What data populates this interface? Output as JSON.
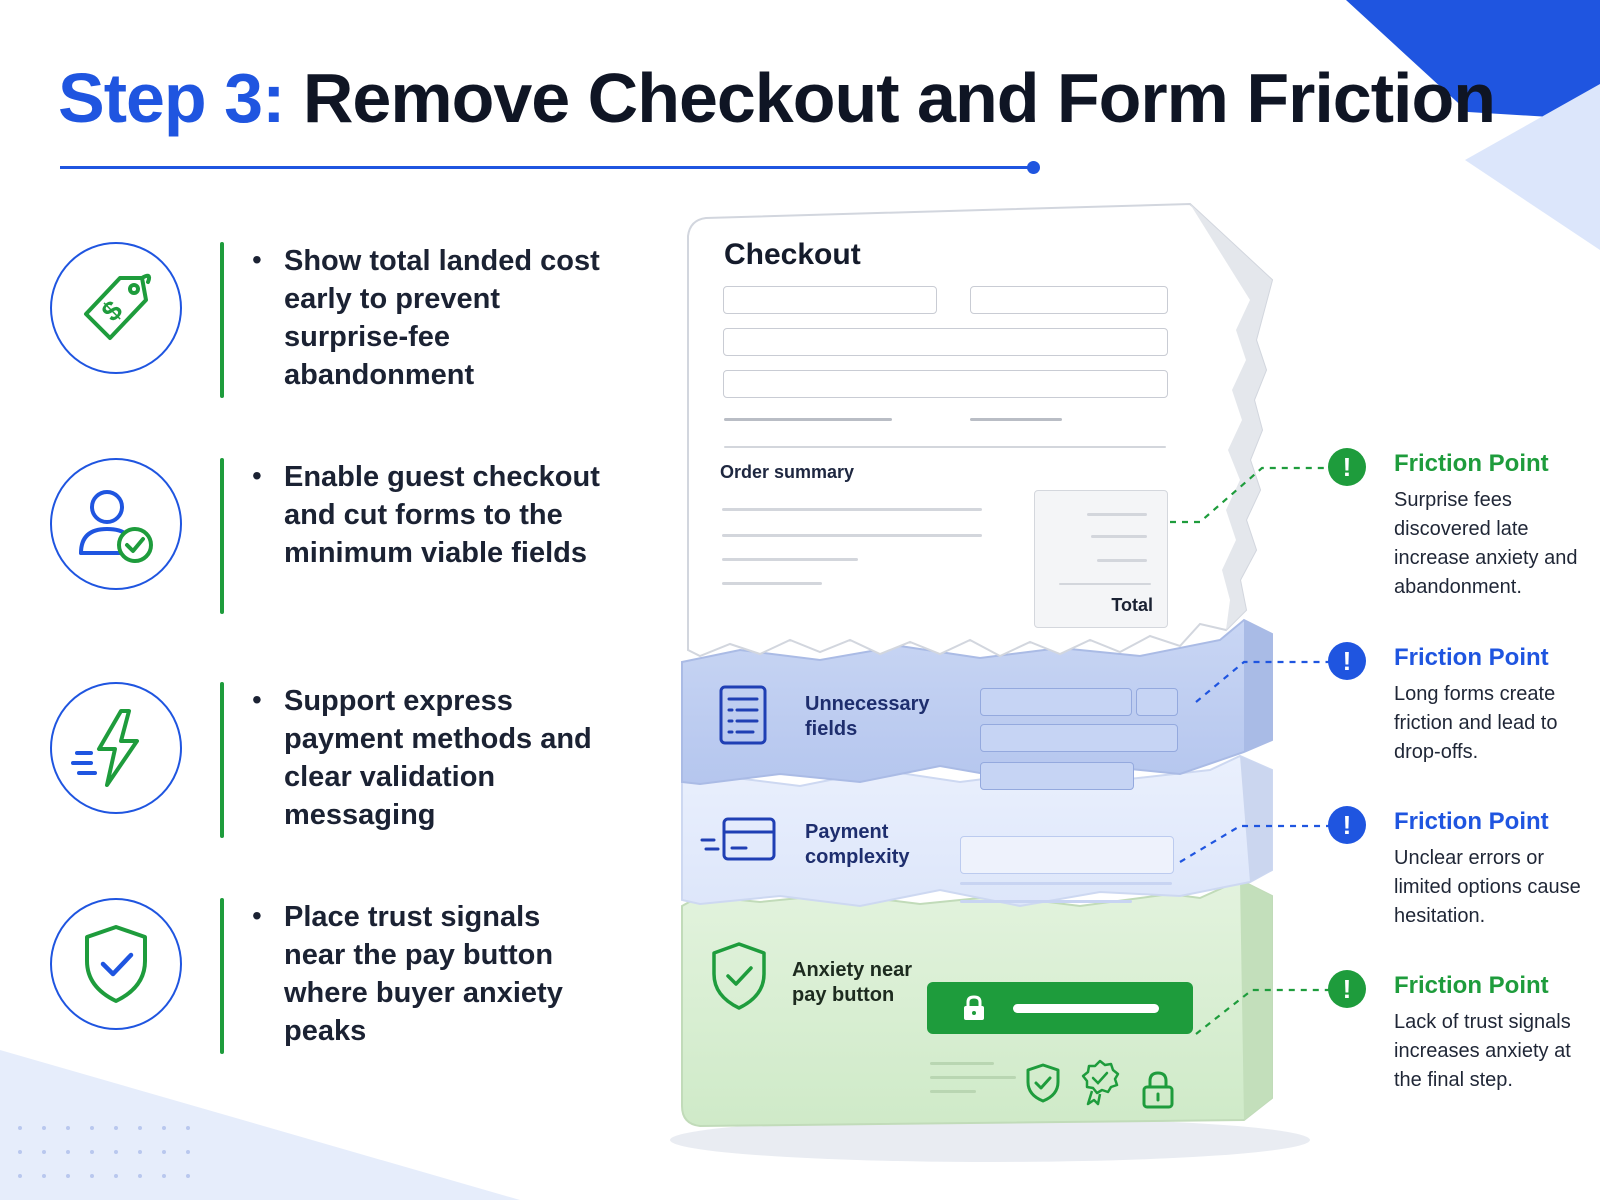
{
  "header": {
    "step": "Step 3:",
    "title": "Remove Checkout and Form Friction"
  },
  "colors": {
    "accent_blue": "#1f55e0",
    "accent_green": "#1e9c3c",
    "text_dark": "#0f1524"
  },
  "tips": [
    {
      "icon": "price-tag-icon",
      "text": "Show total landed cost early to prevent surprise-fee abandonment"
    },
    {
      "icon": "user-check-icon",
      "text": "Enable guest checkout and cut forms to the minimum viable fields"
    },
    {
      "icon": "lightning-icon",
      "text": "Support express payment methods and clear validation messaging"
    },
    {
      "icon": "shield-check-icon",
      "text": "Place trust signals near the pay button where buyer anxiety peaks"
    }
  ],
  "bullet": "•",
  "checkout": {
    "title": "Checkout",
    "order_summary": "Order summary",
    "total": "Total"
  },
  "layers": [
    {
      "icon": "form-list-icon",
      "label": "Unnecessary fields"
    },
    {
      "icon": "credit-card-icon",
      "label": "Payment complexity"
    },
    {
      "icon": "shield-check-icon",
      "label": "Anxiety near pay button"
    }
  ],
  "friction_points": [
    {
      "title": "Friction Point",
      "description": "Surprise fees discovered late increase anxiety and abandonment.",
      "color": "#1e9c3c"
    },
    {
      "title": "Friction Point",
      "description": "Long forms create friction and lead to drop-offs.",
      "color": "#1f55e0"
    },
    {
      "title": "Friction Point",
      "description": "Unclear errors or limited options cause hesitation.",
      "color": "#1f55e0"
    },
    {
      "title": "Friction Point",
      "description": "Lack of trust signals increases anxiety at the final step.",
      "color": "#1e9c3c"
    }
  ],
  "badge_symbol": "!"
}
